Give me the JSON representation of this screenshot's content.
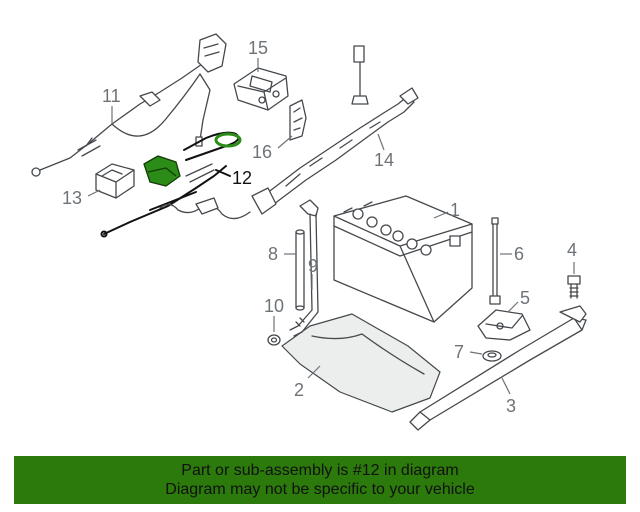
{
  "highlight_color": "#2b8c17",
  "banner": {
    "color": "#2b7a0b",
    "line1": "Part or sub-assembly is #12 in diagram",
    "line2": "Diagram may not be specific to your vehicle"
  },
  "callouts": {
    "c1": "1",
    "c2": "2",
    "c3": "3",
    "c4": "4",
    "c5": "5",
    "c6": "6",
    "c7": "7",
    "c8": "8",
    "c9": "9",
    "c10": "10",
    "c11": "11",
    "c12": "12",
    "c13": "13",
    "c14": "14",
    "c15": "15",
    "c16": "16"
  }
}
